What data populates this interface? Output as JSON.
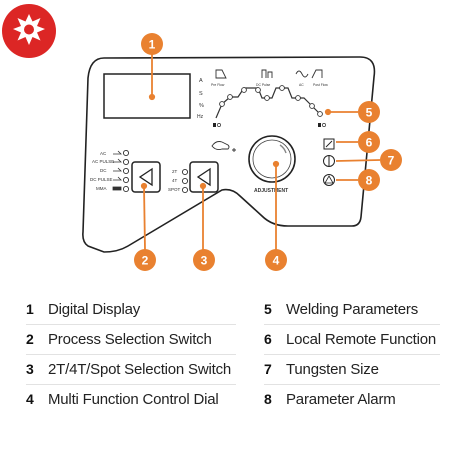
{
  "colors": {
    "brand_red": "#dc2625",
    "callout_orange": "#e98130",
    "panel_stroke": "#222222"
  },
  "logo_icon": "gear-icon",
  "callouts": [
    "1",
    "2",
    "3",
    "4",
    "5",
    "6",
    "7",
    "8"
  ],
  "panel": {
    "display_units": [
      "A",
      "S",
      "%",
      "Hz"
    ],
    "process_labels": [
      "AC",
      "AC PULSE",
      "DC",
      "DC PULSE",
      "MMA"
    ],
    "trigger_labels": [
      "2T",
      "4T",
      "SPOT"
    ],
    "dial_label": "ADJUSTMENT",
    "param_labels": [
      "Pre Flow",
      "DC Pulse",
      "AC",
      "Post Flow"
    ]
  },
  "legend": [
    {
      "num": "1",
      "text": "Digital Display"
    },
    {
      "num": "2",
      "text": "Process Selection Switch"
    },
    {
      "num": "3",
      "text": "2T/4T/Spot Selection Switch"
    },
    {
      "num": "4",
      "text": "Multi Function Control Dial"
    },
    {
      "num": "5",
      "text": "Welding Parameters"
    },
    {
      "num": "6",
      "text": "Local Remote Function"
    },
    {
      "num": "7",
      "text": "Tungsten Size"
    },
    {
      "num": "8",
      "text": "Parameter Alarm"
    }
  ]
}
